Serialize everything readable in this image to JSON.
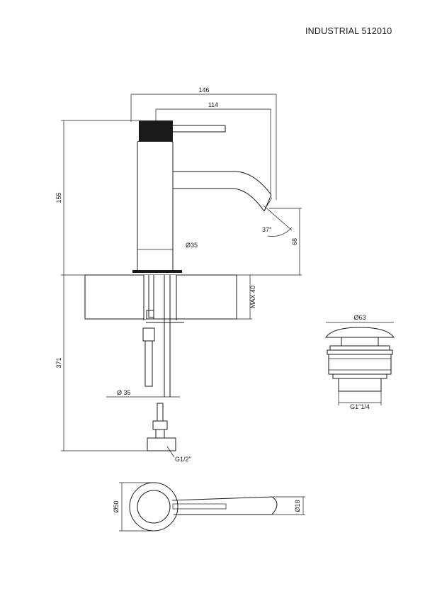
{
  "title": "INDUSTRIAL 512010",
  "dims": {
    "w146": "146",
    "w114": "114",
    "h155": "155",
    "h68": "68",
    "angle": "37°",
    "d35_body": "Ø35",
    "max40": "MAX 40",
    "h371": "371",
    "d35_hole": "Ø 35",
    "g12": "G1/2\"",
    "d50": "Ø50",
    "d18": "Ø18",
    "d63": "Ø63",
    "g114": "G1\"1/4"
  }
}
